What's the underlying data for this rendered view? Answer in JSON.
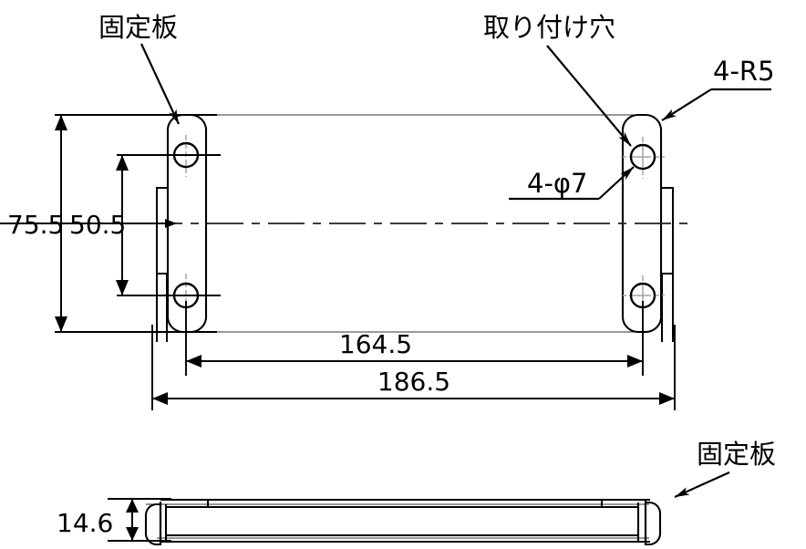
{
  "drawing": {
    "title": "Mounting plate dimensional drawing",
    "units_note": "",
    "line_color": "#000000",
    "background": "#ffffff"
  },
  "views": {
    "top": {
      "name": "front-view",
      "label": ""
    },
    "side": {
      "name": "side-view",
      "label": ""
    }
  },
  "annotations": {
    "fixing_plate_top": "固定板",
    "mounting_hole": "取り付け穴",
    "corner_radius": "4-R5",
    "hole_diameter": "4-φ7",
    "fixing_plate_side": "固定板"
  },
  "dimensions": {
    "height_overall": "75.5",
    "height_holes": "50.5",
    "width_holes": "164.5",
    "width_overall": "186.5",
    "thickness": "14.6"
  },
  "chart_data": {
    "type": "table",
    "title": "Mounting plate dimensions",
    "categories": [
      "75.5",
      "50.5",
      "164.5",
      "186.5",
      "14.6"
    ],
    "values": [
      75.5,
      50.5,
      164.5,
      186.5,
      14.6
    ],
    "annotations": [
      "固定板",
      "取り付け穴",
      "4-R5",
      "4-φ7",
      "固定板"
    ]
  }
}
